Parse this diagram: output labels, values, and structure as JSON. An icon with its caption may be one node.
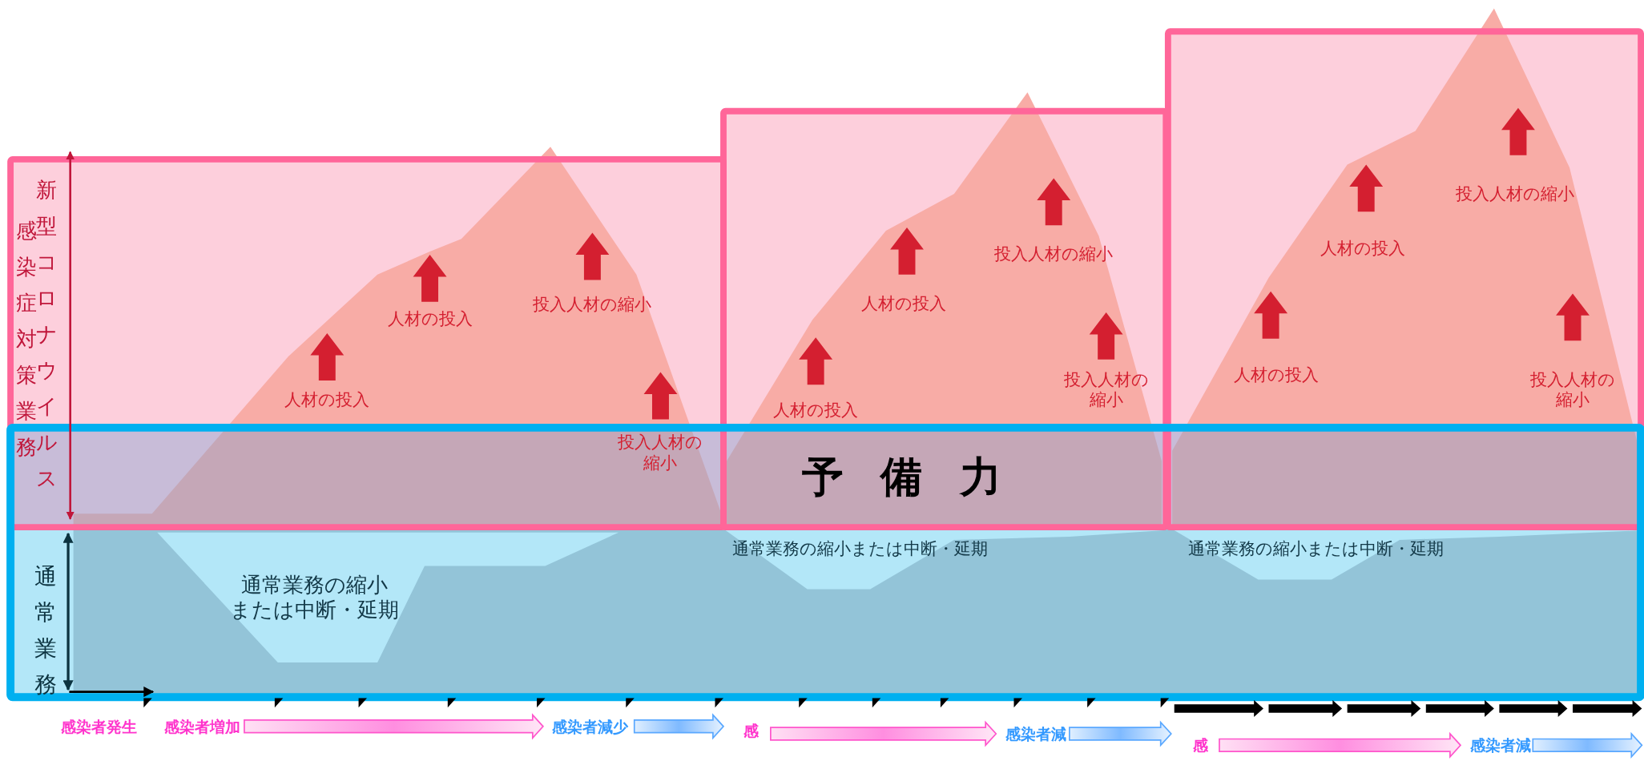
{
  "diagram": {
    "labels": [
      "新型コロナウイルス",
      "感染症対策業務",
      "人材の投入",
      "人材の投入",
      "投入人材の縮小",
      "投入人材の縮小",
      "人材の投入",
      "人材の投入",
      "投入人材の縮小",
      "投入人材の縮小",
      "人材の投入",
      "人材の投入",
      "投入人材の縮小",
      "投入人材の縮小",
      "予備力",
      "通常業務",
      "通常業務の縮小または中断・延期",
      "通常業務の縮小または中断・延期",
      "通常業務の縮小または中断・延期",
      "感染者発生",
      "感染者増加",
      "感染者減少",
      "感",
      "感染者減",
      "感",
      "感染者減"
    ]
  }
}
